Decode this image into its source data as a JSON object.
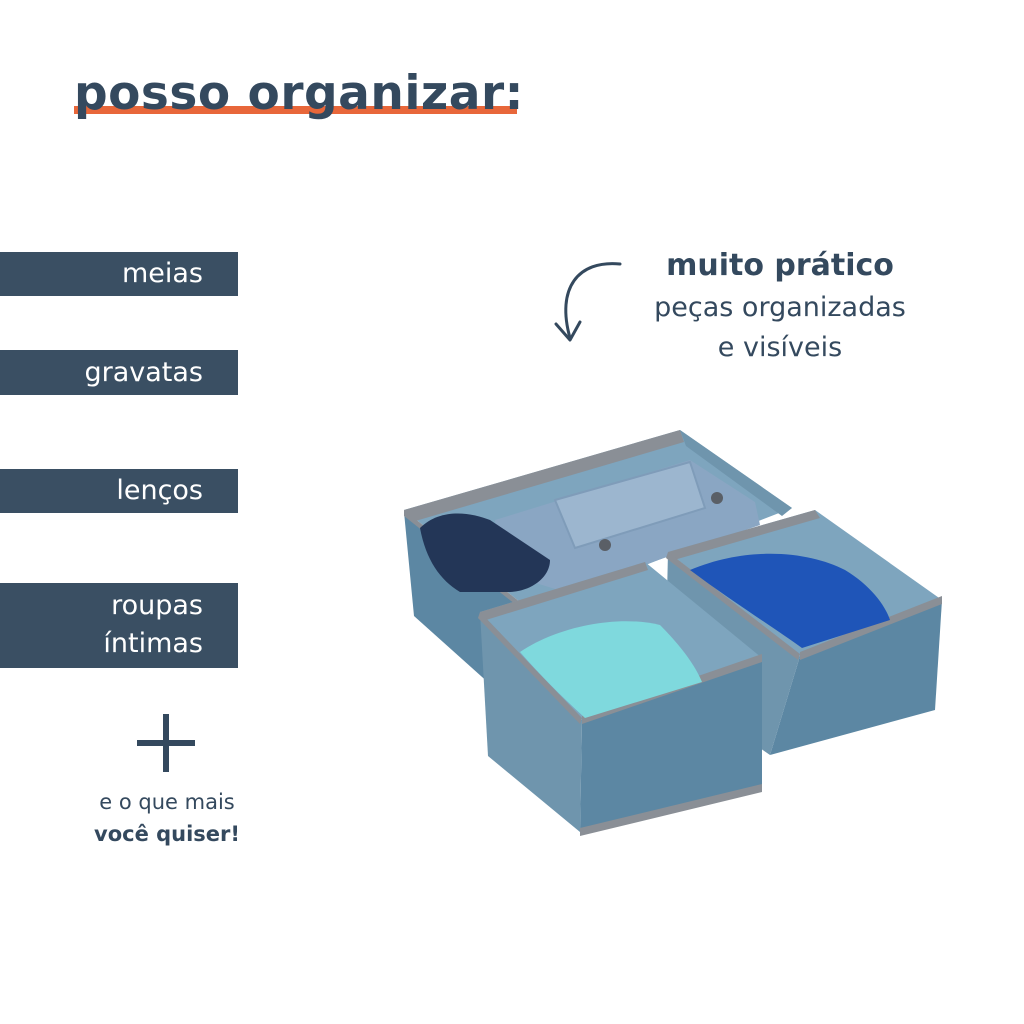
{
  "heading": "posso organizar:",
  "categories": {
    "meias": "meias",
    "gravatas": "gravatas",
    "lencos": "lenços",
    "roupas_line1": "roupas",
    "roupas_line2": "íntimas"
  },
  "more": {
    "line1": "e o que mais",
    "line2": "você quiser!"
  },
  "practical": {
    "title": "muito prático",
    "line1": "peças organizadas",
    "line2": "e visíveis"
  },
  "icons": {
    "plus": "plus-icon",
    "arrow": "curved-arrow-down-icon"
  },
  "colors": {
    "navy": "#3a4f63",
    "text": "#34495e",
    "accent": "#e8673a",
    "box": "#5f8aa6"
  }
}
